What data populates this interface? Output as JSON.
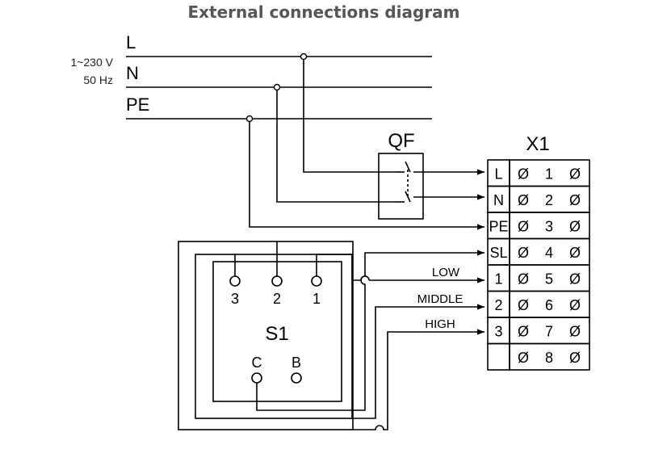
{
  "title": "External connections diagram",
  "supply": {
    "voltage": "1~230 V",
    "frequency": "50 Hz"
  },
  "buses": [
    "L",
    "N",
    "PE"
  ],
  "breaker_label": "QF",
  "terminal_block": {
    "label": "X1",
    "rows": [
      {
        "tag": "L",
        "num": "1"
      },
      {
        "tag": "N",
        "num": "2"
      },
      {
        "tag": "PE",
        "num": "3"
      },
      {
        "tag": "SL",
        "num": "4"
      },
      {
        "tag": "1",
        "num": "5"
      },
      {
        "tag": "2",
        "num": "6"
      },
      {
        "tag": "3",
        "num": "7"
      },
      {
        "tag": "",
        "num": "8"
      }
    ],
    "screw_glyph": "Ø"
  },
  "switch": {
    "label": "S1",
    "top_terminals": [
      "3",
      "2",
      "1"
    ],
    "bottom_terminals": [
      "C",
      "B"
    ]
  },
  "wire_labels": {
    "low": "LOW",
    "middle": "MIDDLE",
    "high": "HIGH"
  }
}
